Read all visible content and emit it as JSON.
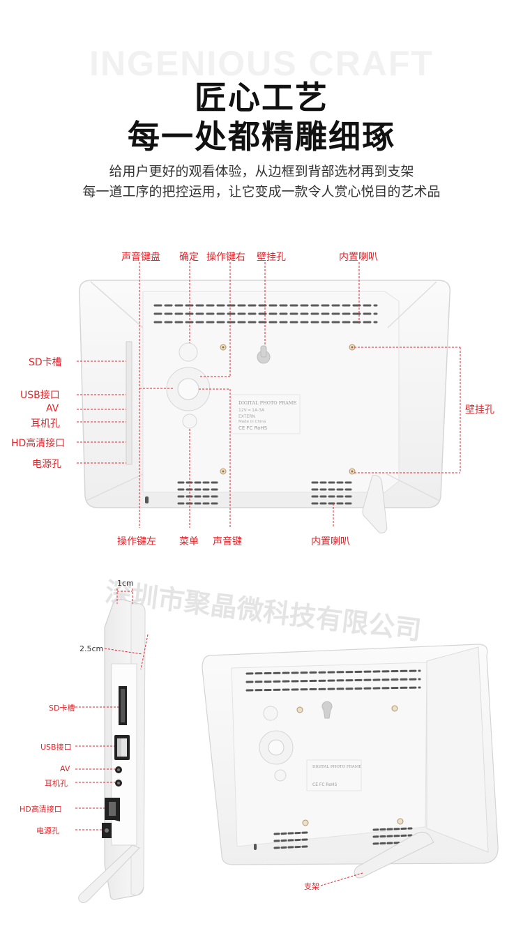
{
  "hero": {
    "watermark": "INGENIOUS CRAFT",
    "title_line1": "匠心工艺",
    "title_line2": "每一处都精雕细琢",
    "subtitle_line1": "给用户更好的观看体验，从边框到背部选材再到支架",
    "subtitle_line2": "每一道工序的把控运用，让它变成一款令人赏心悦目的艺术品"
  },
  "back_view": {
    "labels_top": [
      "声音键盘",
      "确定",
      "操作键右",
      "壁挂孔",
      "内置喇叭"
    ],
    "labels_left": [
      "SD卡槽",
      "USB接口",
      "AV",
      "耳机孔",
      "HD高清接口",
      "电源孔"
    ],
    "label_right": "壁挂孔",
    "labels_bottom": [
      "操作键左",
      "菜单",
      "声音键",
      "内置喇叭"
    ],
    "sticker": {
      "line1": "DIGITAL PHOTO FRAME",
      "line2": "12V ═ 1A-3A",
      "line3": "EXTERN",
      "line4": "Made in China",
      "marks": "CE FC RoHS"
    }
  },
  "company_watermark": "深圳市聚晶微科技有限公司",
  "side_view": {
    "dim_top": "1cm",
    "dim_side": "2.5cm",
    "ports": [
      "SD卡槽",
      "USB接口",
      "AV",
      "耳机孔",
      "HD高清接口",
      "电源孔"
    ]
  },
  "angle_view": {
    "stand_label": "支架"
  },
  "colors": {
    "accent": "#e0252b",
    "frame": "#f4f4f4",
    "frame_edge": "#d9d9d9"
  }
}
